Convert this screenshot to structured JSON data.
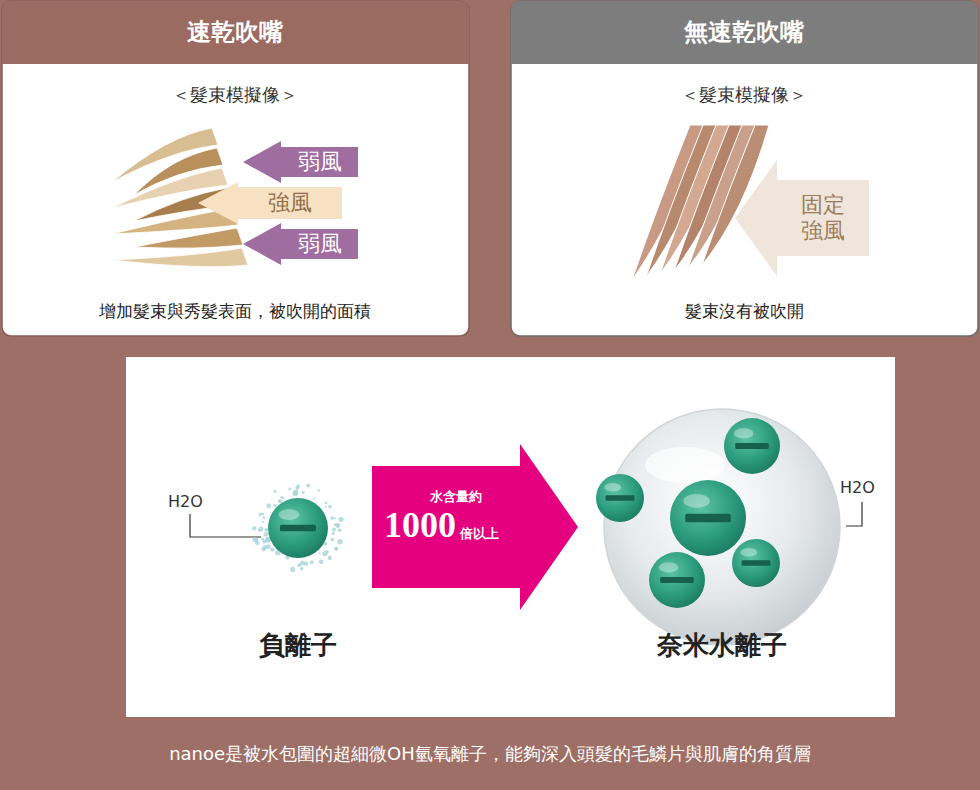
{
  "diagram": {
    "caption": "nanoe是被水包圍的超細微OH氫氧離子，能夠深入頭髮的毛鱗片與肌膚的角質層",
    "nodes": [
      {
        "text": [
          "速乾吹嘴",
          "＜髮束模擬像＞",
          "增加髮束與秀髮表面，被吹開的面積"
        ]
      },
      {
        "text": [
          "弱風"
        ],
        "in": 0
      },
      {
        "text": [
          "強風"
        ],
        "in": 0
      },
      {
        "text": [
          "弱風"
        ],
        "in": 0
      },
      {
        "text": [
          "無速乾吹嘴",
          "＜髮束模擬像＞",
          "髮束沒有被吹開"
        ]
      },
      {
        "text": [
          "固定 強風"
        ],
        "in": 4
      },
      {
        "text": [
          "負離子"
        ]
      },
      {
        "text": [
          "水含量約",
          "1000",
          "倍以上"
        ]
      },
      {
        "text": [
          "奈米水離子"
        ]
      }
    ],
    "labels": [
      "H2O",
      "H2O"
    ]
  }
}
